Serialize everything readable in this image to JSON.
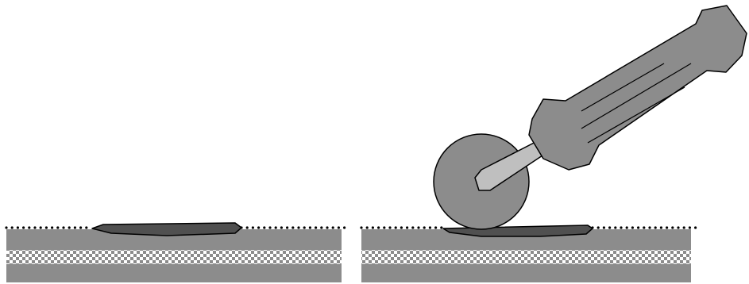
{
  "figure": {
    "panels": [
      {
        "id": "before",
        "tool": "none",
        "patch_state": "raised"
      },
      {
        "id": "after",
        "tool": "roller",
        "patch_state": "pressed-flat"
      }
    ],
    "colors": {
      "background": "#ffffff",
      "laminate_top": "#8c8c8c",
      "laminate_bottom": "#8c8c8c",
      "checker_light": "#ffffff",
      "checker_dark": "#8c8c8c",
      "patch": "#505050",
      "roller_wheel": "#8c8c8c",
      "roller_shaft": "#bfbfbf",
      "roller_handle": "#8c8c8c",
      "outline": "#000000",
      "surface_dots": "#000000"
    },
    "icons": [
      "roller-icon"
    ]
  }
}
